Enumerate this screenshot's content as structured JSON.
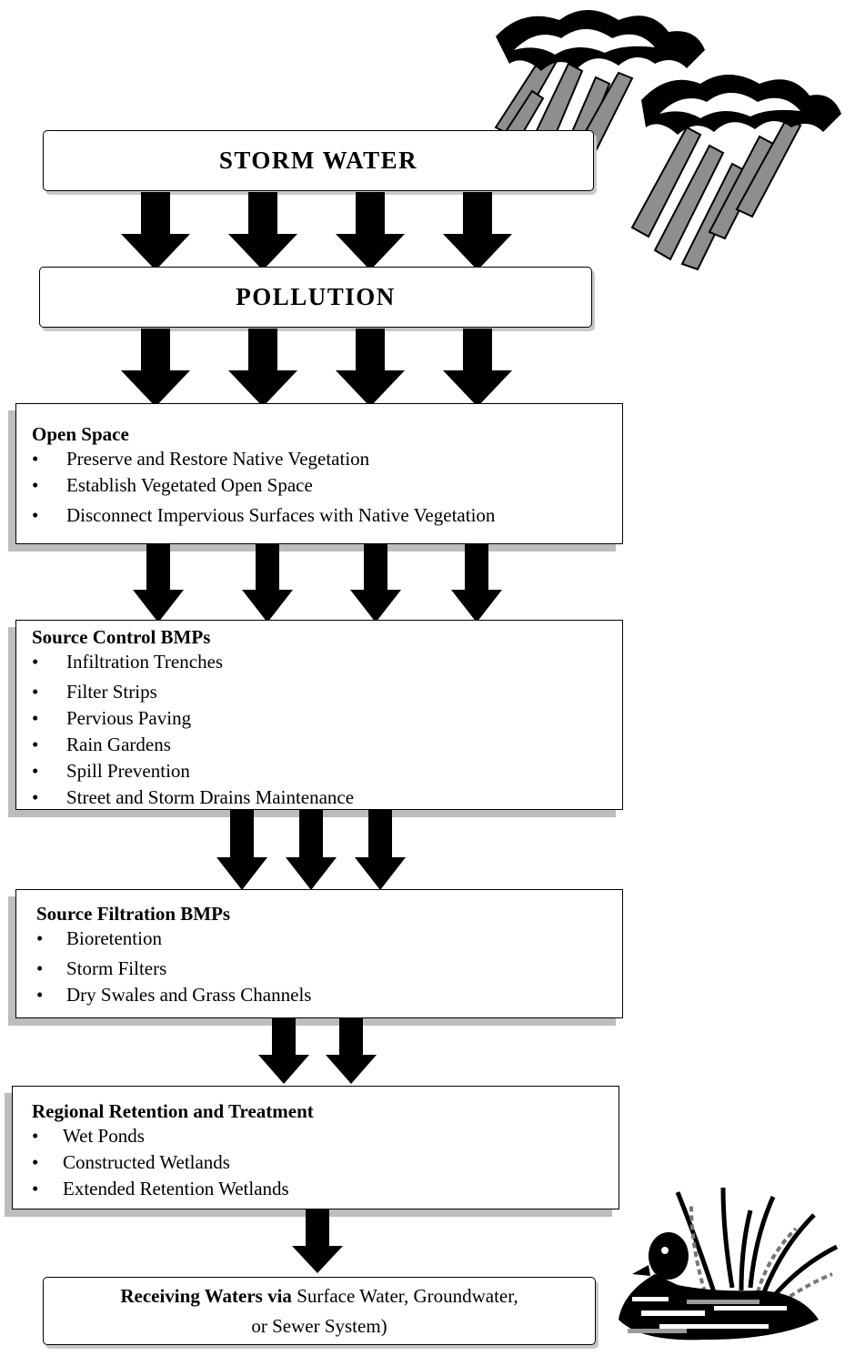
{
  "top": {
    "storm_water": "STORM WATER",
    "pollution": "POLLUTION"
  },
  "sections": {
    "open_space": {
      "title": "Open Space",
      "items": [
        "Preserve and Restore Native Vegetation",
        "Establish Vegetated Open Space",
        "Disconnect Impervious Surfaces with Native Vegetation"
      ]
    },
    "source_control": {
      "title": "Source Control BMPs",
      "items": [
        "Infiltration Trenches",
        "Filter Strips",
        "Pervious Paving",
        "Rain Gardens",
        "Spill Prevention",
        "Street and Storm Drains Maintenance"
      ]
    },
    "source_filtration": {
      "title": "Source Filtration BMPs",
      "items": [
        "Bioretention",
        "Storm Filters",
        "Dry Swales and Grass Channels"
      ]
    },
    "regional": {
      "title": "Regional Retention and Treatment",
      "items": [
        "Wet Ponds",
        "Constructed Wetlands",
        "Extended Retention Wetlands"
      ]
    }
  },
  "receiving": {
    "bold": "Receiving Waters via",
    "line1_rest": " Surface Water, Groundwater,",
    "line2": "or Sewer System)"
  },
  "icons": {
    "clouds": "storm-cloud-icon",
    "duck": "duck-icon"
  }
}
